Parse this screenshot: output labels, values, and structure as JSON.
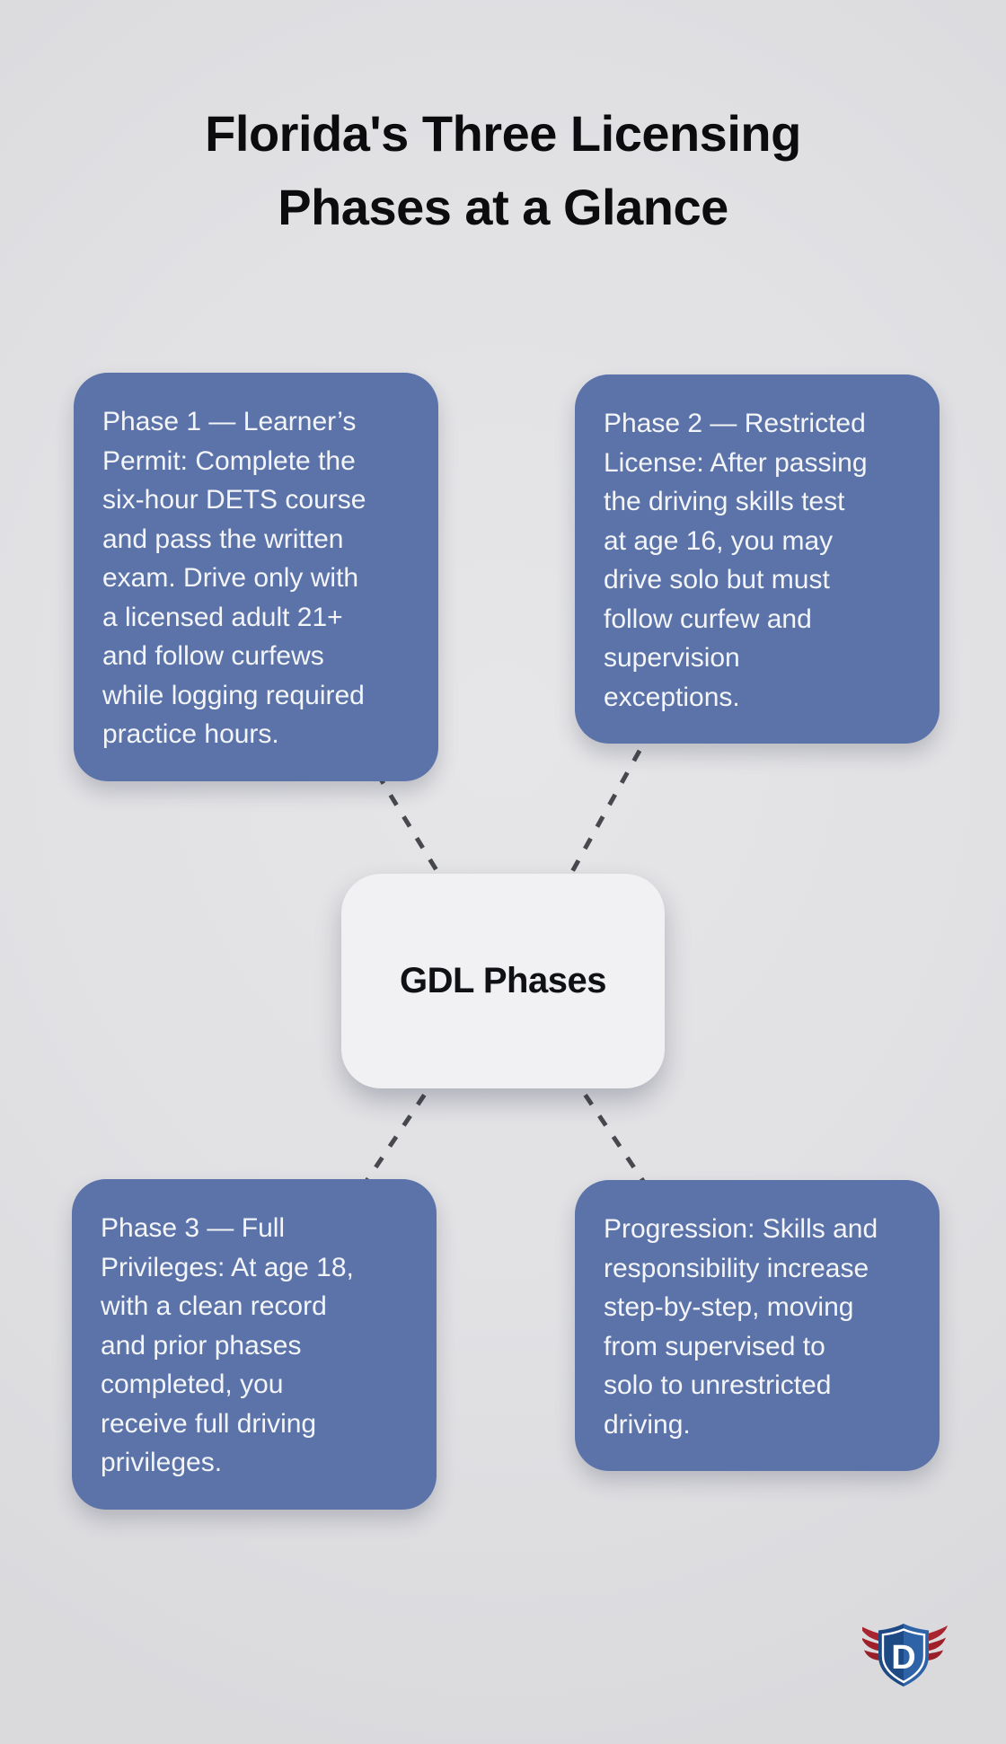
{
  "title": "Florida's Three Licensing\nPhases at a Glance",
  "center": {
    "label": "GDL Phases"
  },
  "cards": [
    {
      "name": "phase-1-learners-permit",
      "text": "Phase 1 — Learner’s\nPermit: Complete the\nsix-hour DETS course\nand pass the written\nexam. Drive only with\na licensed adult 21+\nand follow curfews\nwhile logging required\npractice hours."
    },
    {
      "name": "phase-2-restricted-license",
      "text": "Phase 2 — Restricted\nLicense: After passing\nthe driving skills test\nat age 16, you may\ndrive solo but must\nfollow curfew and\nsupervision\nexceptions."
    },
    {
      "name": "phase-3-full-privileges",
      "text": "Phase 3 — Full\nPrivileges: At age 18,\nwith a clean record\nand prior phases\ncompleted, you\nreceive full driving\nprivileges."
    },
    {
      "name": "progression",
      "text": "Progression: Skills and\nresponsibility increase\nstep-by-step, moving\nfrom supervised to\nsolo to unrestricted\ndriving."
    }
  ],
  "logo": {
    "letter": "D"
  },
  "colors": {
    "background": "#e1e1e4",
    "card_fill": "#5b73a8",
    "card_text": "#f3f5f9",
    "center_fill": "#f1f1f4",
    "title_text": "#0c0c0e",
    "connector": "#47494e",
    "logo_blue_dark": "#1d4a85",
    "logo_blue_light": "#2e63a7",
    "logo_red": "#a8242e"
  }
}
